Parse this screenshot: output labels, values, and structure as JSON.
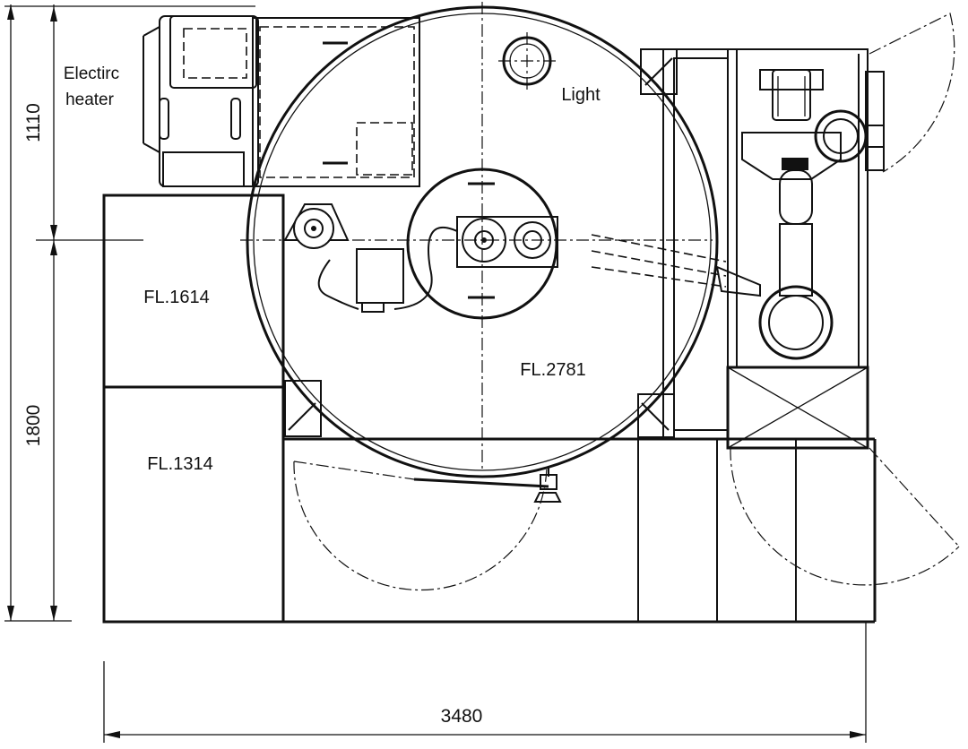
{
  "labels": {
    "electric_heater_line1": "Electirc",
    "electric_heater_line2": "heater",
    "light": "Light",
    "floor_1614": "FL.1614",
    "floor_2781": "FL.2781",
    "floor_1314": "FL.1314"
  },
  "dimensions": {
    "top_height": "1110",
    "bottom_height": "1800",
    "overall_width": "3480"
  }
}
